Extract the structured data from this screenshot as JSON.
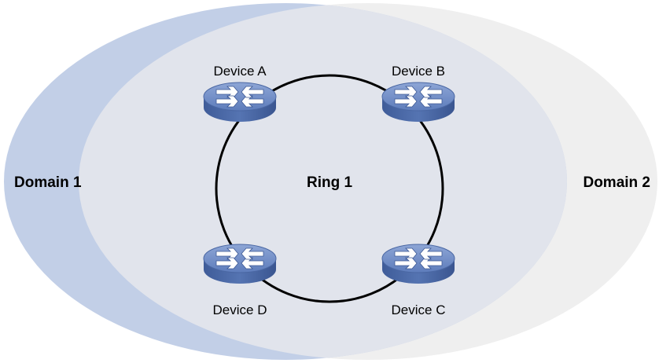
{
  "domains": [
    {
      "label": "Domain 1",
      "color": "#c2cfe7"
    },
    {
      "label": "Domain 2",
      "color": "#efefef"
    }
  ],
  "overlap_color": "#e1e4ec",
  "ring": {
    "label": "Ring 1"
  },
  "devices": [
    {
      "id": "a",
      "label": "Device A"
    },
    {
      "id": "b",
      "label": "Device B"
    },
    {
      "id": "c",
      "label": "Device C"
    },
    {
      "id": "d",
      "label": "Device D"
    }
  ],
  "device_color": "#5f7ebc"
}
